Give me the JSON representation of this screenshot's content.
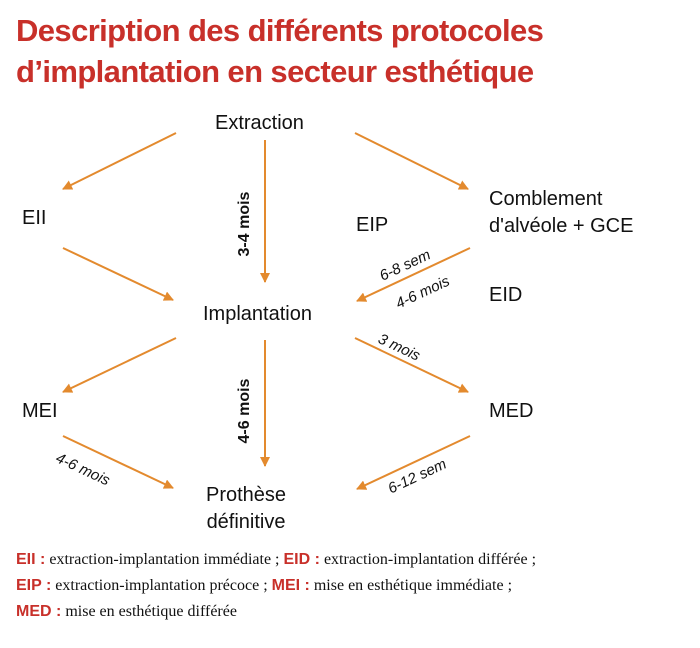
{
  "title": {
    "line1": "Description des différents protocoles",
    "line2": "d’implantation en secteur esthétique"
  },
  "colors": {
    "title": "#c8302a",
    "arrow": "#e38a2e",
    "text": "#111111"
  },
  "nodes": {
    "extraction": "Extraction",
    "eii": "EII",
    "comblement_line1": "Comblement",
    "comblement_line2": "d'alvéole + GCE",
    "eip": "EIP",
    "eid": "EID",
    "implantation": "Implantation",
    "mei": "MEI",
    "med": "MED",
    "prothese_line1": "Prothèse",
    "prothese_line2": "définitive"
  },
  "edge_labels": {
    "extraction_implantation": "3-4 mois",
    "comblement_implantation_top": "6-8 sem",
    "comblement_implantation_bottom": "4-6 mois",
    "implantation_med": "3 mois",
    "implantation_prothese": "4-6 mois",
    "mei_prothese": "4-6 mois",
    "med_prothese": "6-12 sem"
  },
  "legend": {
    "eii_abbr": "EII :",
    "eii_text": " extraction-implantation immédiate ; ",
    "eid_abbr": "EID :",
    "eid_text": " extraction-implantation différée ;",
    "eip_abbr": "EIP :",
    "eip_text": " extraction-implantation précoce ; ",
    "mei_abbr": "MEI :",
    "mei_text": " mise en esthétique immédiate ;",
    "med_abbr": "MED :",
    "med_text": " mise en esthétique différée"
  }
}
